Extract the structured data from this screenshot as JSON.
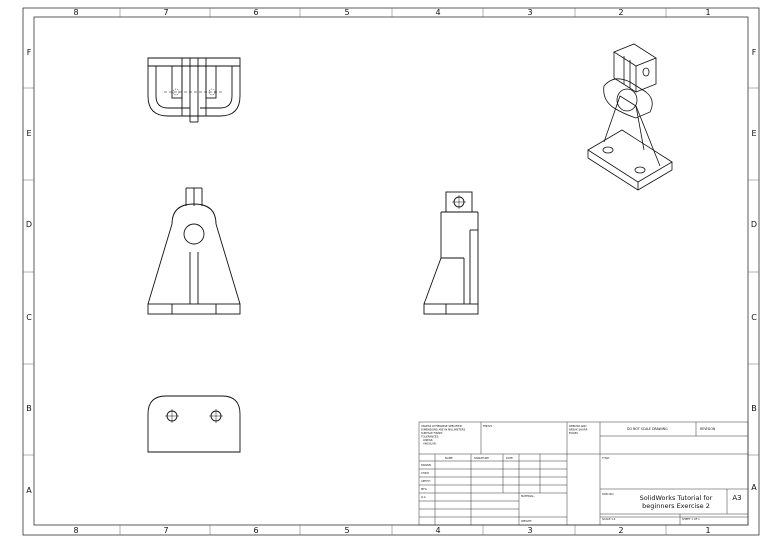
{
  "sheet": {
    "columns_top": [
      "8",
      "7",
      "6",
      "5",
      "4",
      "3",
      "2",
      "1"
    ],
    "columns_bottom": [
      "8",
      "7",
      "6",
      "5",
      "4",
      "3",
      "2",
      "1"
    ],
    "rows_left": [
      "F",
      "E",
      "D",
      "C",
      "B",
      "A"
    ],
    "rows_right": [
      "F",
      "E",
      "D",
      "C",
      "B",
      "A"
    ]
  },
  "title_block": {
    "notes_lines": [
      "UNLESS OTHERWISE SPECIFIED:",
      "DIMENSIONS ARE IN MILLIMETERS",
      "SURFACE FINISH:",
      "TOLERANCES:",
      "  LINEAR:",
      "  ANGULAR:"
    ],
    "finish_label": "FINISH:",
    "deburr_lines": [
      "DEBURR AND",
      "BREAK SHARP",
      "EDGES"
    ],
    "do_not_scale": "DO NOT SCALE DRAWING",
    "revision_label": "REVISION",
    "name_header": "NAME",
    "signature_header": "SIGNATURE",
    "date_header": "DATE",
    "row_labels": [
      "DRAWN",
      "CHK'D",
      "APPV'D",
      "MFG",
      "Q.A"
    ],
    "title_label": "TITLE:",
    "material_label": "MATERIAL:",
    "dwg_no_label": "DWG NO.",
    "drawing_title_line1": "SolidWorks Tutorial for",
    "drawing_title_line2": "beginners Exercise 2",
    "sheet_size": "A3",
    "weight_label": "WEIGHT:",
    "scale_label": "SCALE:1:2",
    "sheet_label": "SHEET 1 OF 1"
  }
}
